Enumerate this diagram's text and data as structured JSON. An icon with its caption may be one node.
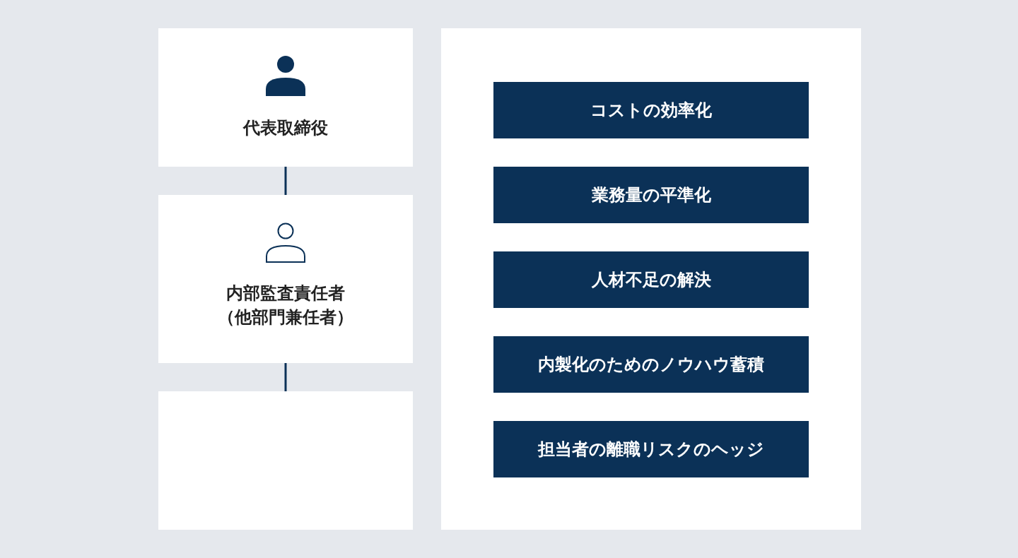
{
  "diagram": {
    "nodes": [
      {
        "text": [
          "代表取締役"
        ]
      },
      {
        "text": [
          "内部監査責任者（他部門兼任者）"
        ]
      },
      {
        "text": [],
        "shape": "box"
      },
      {
        "text": [],
        "shape": "box"
      },
      {
        "text": [
          "コストの効率化"
        ],
        "in": 3
      },
      {
        "text": [
          "業務量の平準化"
        ],
        "in": 3
      },
      {
        "text": [
          "人材不足の解決"
        ],
        "in": 3
      },
      {
        "text": [
          "内製化のためのノウハウ蓄積"
        ],
        "in": 3
      },
      {
        "text": [
          "担当者の離職リスクのヘッジ"
        ],
        "in": 3
      }
    ],
    "edges": [
      {
        "from": 0,
        "to": 1,
        "arrow": "none"
      },
      {
        "from": 1,
        "to": 2,
        "arrow": "none"
      }
    ]
  }
}
